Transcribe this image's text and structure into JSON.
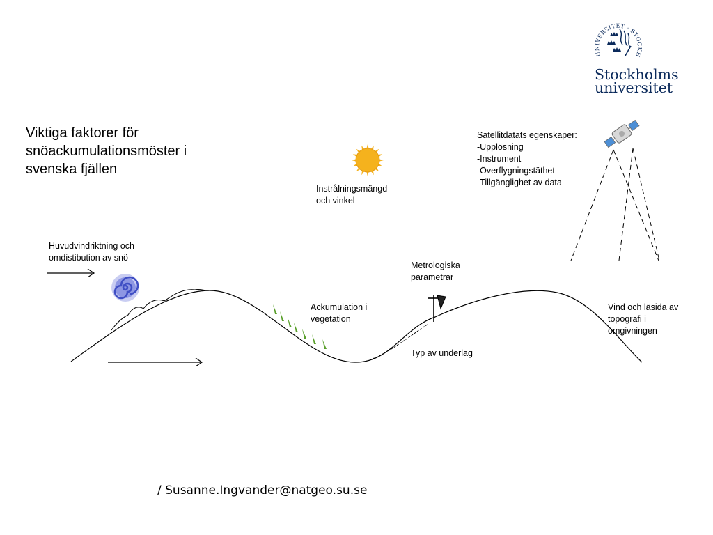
{
  "title": "Viktiga faktorer för snöackumulationsmöster i svenska fjällen",
  "labels": {
    "wind": "Huvudvindriktning och\nomdistibution av snö",
    "radiation": "Instrålningsmängd\noch vinkel",
    "vegetation": "Ackumulation i\nvegetation",
    "meteo": "Metrologiska\nparametrar",
    "surface": "Typ av underlag",
    "lee": "Vind och läsida av\ntopografi i\nomgivningen",
    "satellite": "Satellitdatats egenskaper:\n-Upplösning\n-Instrument\n-Överflygningstäthet\n-Tillgänglighet av data"
  },
  "logo": {
    "line1": "Stockholms",
    "line2": "universitet",
    "seal_text": "UNIVERSITET · STOCKHOLMS"
  },
  "footer": "/ Susanne.Ingvander@natgeo.su.se",
  "colors": {
    "brand": "#0b2a5b",
    "sun": "#f5b21d",
    "tree": "#5aa02c",
    "swirl": "#3f4ec4",
    "satellite_panel": "#4d8fd6"
  }
}
